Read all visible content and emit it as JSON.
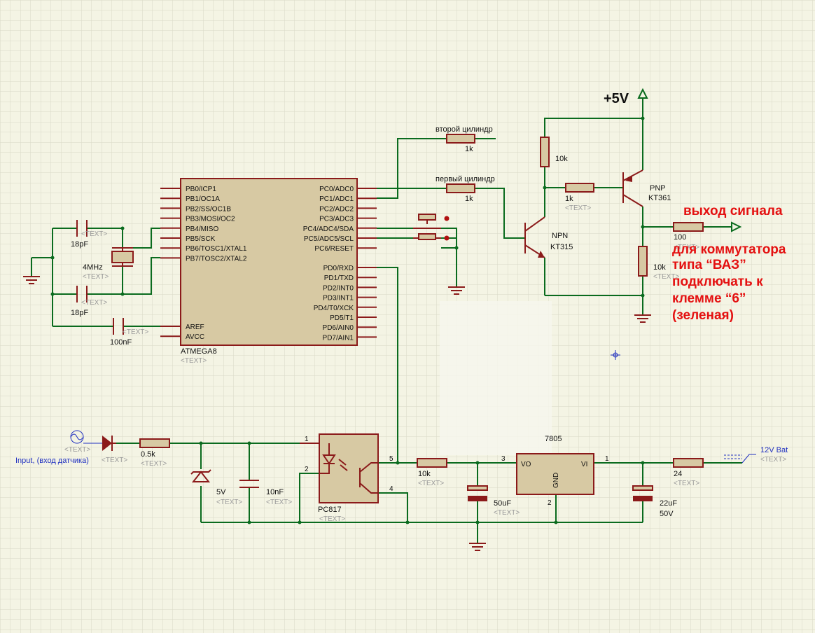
{
  "mcu": {
    "name": "ATMEGA8",
    "text_placeholder": "<TEXT>",
    "left_pins": [
      "PB0/ICP1",
      "PB1/OC1A",
      "PB2/SS/OC1B",
      "PB3/MOSI/OC2",
      "PB4/MISO",
      "PB5/SCK",
      "PB6/TOSC1/XTAL1",
      "PB7/TOSC2/XTAL2"
    ],
    "left_pins_lower": [
      "AREF",
      "AVCC"
    ],
    "right_pins_c": [
      "PC0/ADC0",
      "PC1/ADC1",
      "PC2/ADC2",
      "PC3/ADC3",
      "PC4/ADC4/SDA",
      "PC5/ADC5/SCL",
      "PC6/RESET"
    ],
    "right_pins_d": [
      "PD0/RXD",
      "PD1/TXD",
      "PD2/INT0",
      "PD3/INT1",
      "PD4/T0/XCK",
      "PD5/T1",
      "PD6/AIN0",
      "PD7/AIN1"
    ]
  },
  "components": {
    "c_top": "18pF",
    "c_bottom": "18pF",
    "crystal": "4MHz",
    "c_aref": "100nF",
    "r_cyl2_label": "второй цилиндр",
    "r_cyl2_value": "1k",
    "r_cyl1_label": "первый цилиндр",
    "r_cyl1_value": "1k",
    "r_top": "10k",
    "r_base_pnp": "1k",
    "npn_type": "NPN",
    "npn_model": "KT315",
    "pnp_type": "PNP",
    "pnp_model": "KT361",
    "r_out": "100",
    "r_pulldown": "10k",
    "vcc": "+5V",
    "input_label": "Input, (вход датчика)",
    "r_input": "0.5k",
    "zener": "5V",
    "c_input": "10nF",
    "optocoupler": "PC817",
    "r_opto": "10k",
    "regulator": "7805",
    "reg_vo": "VO",
    "reg_vi": "VI",
    "reg_gnd": "GND",
    "c_out": "50uF",
    "c_in": "22uF",
    "c_in_voltage": "50V",
    "r_bat": "24",
    "bat_label": "12V Bat",
    "pins": {
      "opto1": "1",
      "opto2": "2",
      "opto4": "4",
      "opto5": "5",
      "reg1": "1",
      "reg2": "2",
      "reg3": "3"
    }
  },
  "annotation": {
    "line1": "выход сигнала",
    "line2": "для коммутатора",
    "line3": "типа “ВАЗ”",
    "line4": "подключать к",
    "line5": "клемме “6”",
    "line6": "(зеленая)"
  },
  "colors": {
    "wire": "#0a6b1e",
    "component": "#8b1a1a",
    "body": "#d7c9a3",
    "annotation": "#e41010",
    "grid": "#d9d9c6",
    "background": "#f4f4e4"
  }
}
